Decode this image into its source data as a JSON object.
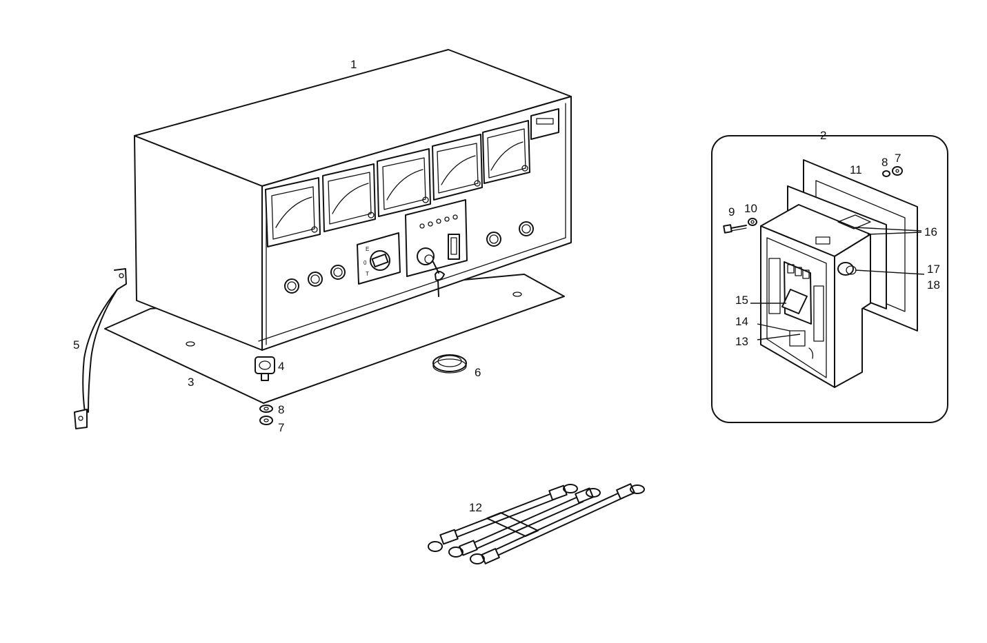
{
  "callouts": {
    "c1": "1",
    "c2": "2",
    "c3": "3",
    "c4": "4",
    "c5": "5",
    "c6": "6",
    "c7a": "7",
    "c8a": "8",
    "c7b": "7",
    "c8b": "8",
    "c9": "9",
    "c10": "10",
    "c11": "11",
    "c12": "12",
    "c13": "13",
    "c14": "14",
    "c15": "15",
    "c16": "16",
    "c17": "17",
    "c18": "18"
  },
  "panel_label": "E",
  "switch_labels": {
    "s1": "E",
    "s2": "0",
    "s3": "T"
  }
}
